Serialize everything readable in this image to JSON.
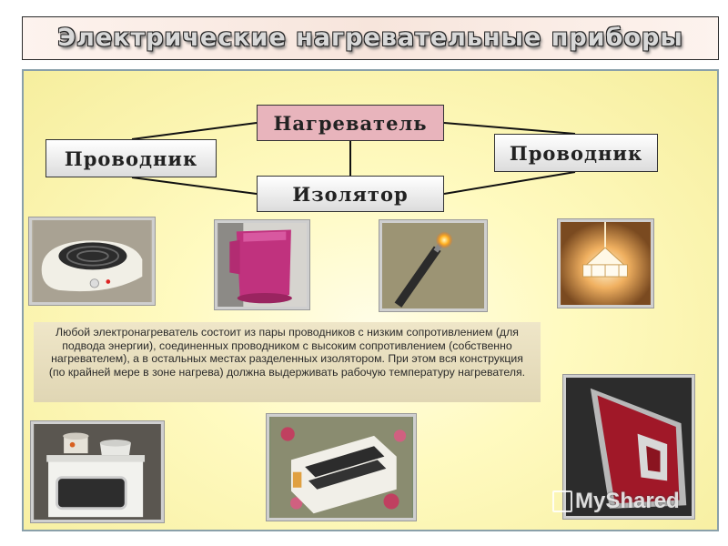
{
  "title": "Электрические нагревательные приборы",
  "diagram": {
    "heater_label": "Нагреватель",
    "insulator_label": "Изолятор",
    "conductor_left_label": "Проводник",
    "conductor_right_label": "Проводник"
  },
  "description": "Любой электронагреватель состоит из пары проводников с низким сопротивлением (для подвода энергии), соединенных проводником с высоким сопротивлением (собственно нагревателем), а в остальных местах разделенных изолятором. При этом вся конструкция (по крайней мере в зоне нагрева) должна выдерживать рабочую температуру нагревателя.",
  "watermark": "MyShared",
  "colors": {
    "heater_box": "#e8b4bc",
    "panel_background": "#fffac0",
    "panel_border": "#8aa0aa"
  }
}
